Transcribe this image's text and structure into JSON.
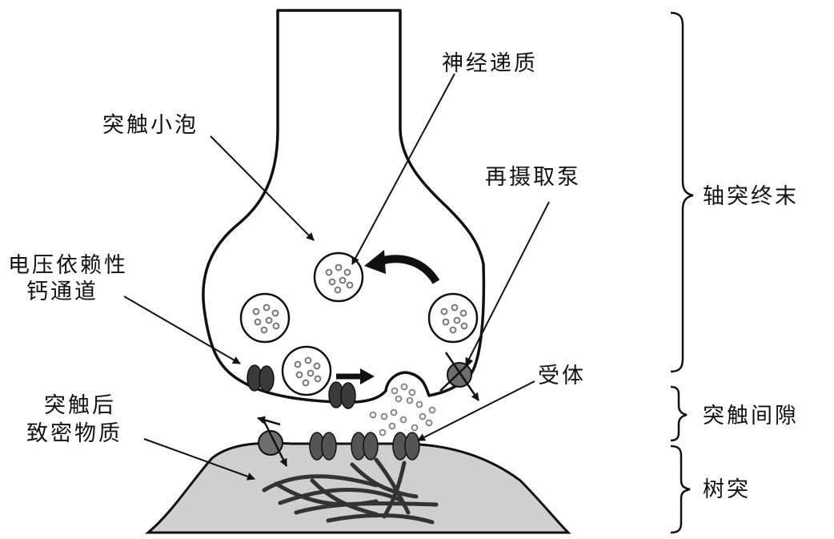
{
  "labels": {
    "neurotransmitter": "神经递质",
    "synaptic_vesicle": "突触小泡",
    "reuptake_pump": "再摄取泵",
    "vg_calcium_line1": "电压依赖性",
    "vg_calcium_line2": "钙通道",
    "receptor": "受体",
    "psd_line1": "突触后",
    "psd_line2": "致密物质"
  },
  "regions": {
    "axon_terminal": "轴突终末",
    "synaptic_cleft": "突触间隙",
    "dendrite": "树突"
  },
  "colors": {
    "ink": "#111111",
    "dendrite_fill": "#cfcfcf",
    "channel_fill": "#3a3a3a",
    "pump_fill": "#6e6e6e",
    "vesicle_dot": "#9a9a9a"
  }
}
